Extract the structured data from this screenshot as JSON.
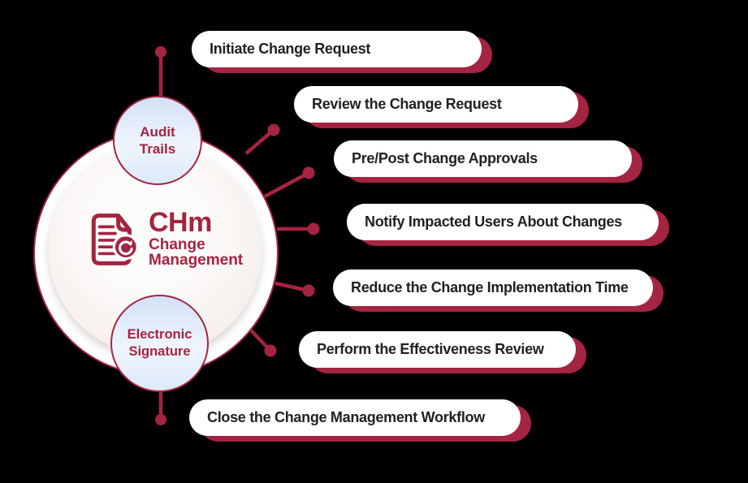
{
  "palette": {
    "crimson": "#A52441",
    "pill_text": "#212121",
    "pill_bg": "#ffffff",
    "satellite_gradient_top": "#d2e1f7",
    "satellite_gradient_mid": "#eff5fd",
    "satellite_gradient_bottom": "#dce9f9",
    "background": "#000000"
  },
  "center": {
    "abbr": "CHm",
    "name_line1": "Change",
    "name_line2": "Management",
    "icon": "document-refresh-icon"
  },
  "satellites": {
    "top": {
      "line1": "Audit",
      "line2": "Trails"
    },
    "bottom": {
      "line1": "Electronic",
      "line2": "Signature"
    }
  },
  "steps": [
    "Initiate Change Request",
    "Review the Change Request",
    "Pre/Post Change Approvals",
    "Notify Impacted Users About Changes",
    "Reduce the Change Implementation Time",
    "Perform the Effectiveness Review",
    "Close the Change Management Workflow"
  ]
}
